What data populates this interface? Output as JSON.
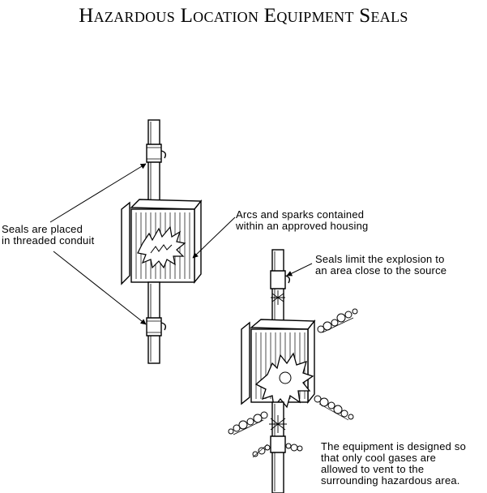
{
  "title": "Hazardous Location Equipment Seals",
  "labels": {
    "seals_placed": [
      "Seals are placed",
      "in threaded conduit"
    ],
    "arcs_contained": [
      "Arcs and sparks contained",
      "within an approved housing"
    ],
    "seals_limit": [
      "Seals limit the explosion to",
      "an area close to the source"
    ],
    "equipment_designed": [
      "The equipment is designed so",
      "that only cool gases are",
      "allowed to vent to the",
      "surrounding hazardous area."
    ]
  },
  "colors": {
    "ink": "#000000",
    "paper": "#ffffff"
  }
}
